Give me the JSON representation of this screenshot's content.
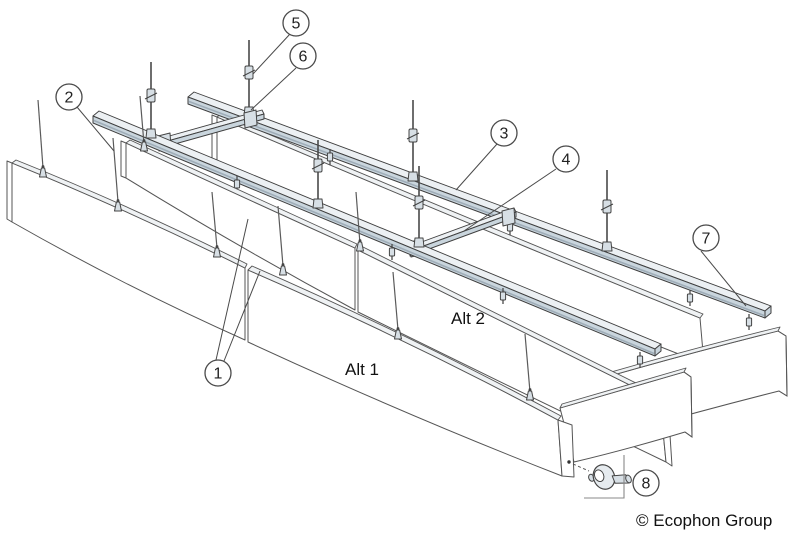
{
  "labels": {
    "alt1": "Alt 1",
    "alt2": "Alt 2"
  },
  "footer": {
    "copyright": "© Ecophon Group"
  },
  "callouts": [
    {
      "number": "1"
    },
    {
      "number": "2"
    },
    {
      "number": "3"
    },
    {
      "number": "4"
    },
    {
      "number": "5"
    },
    {
      "number": "6"
    },
    {
      "number": "7"
    },
    {
      "number": "8"
    }
  ],
  "colors": {
    "background": "#ffffff",
    "line": "#444444",
    "rail_fill": "#c9d5dd",
    "rail_top": "#ecf0f3",
    "rail_shade": "#9fadb8",
    "baffle_fill": "#ffffff"
  }
}
